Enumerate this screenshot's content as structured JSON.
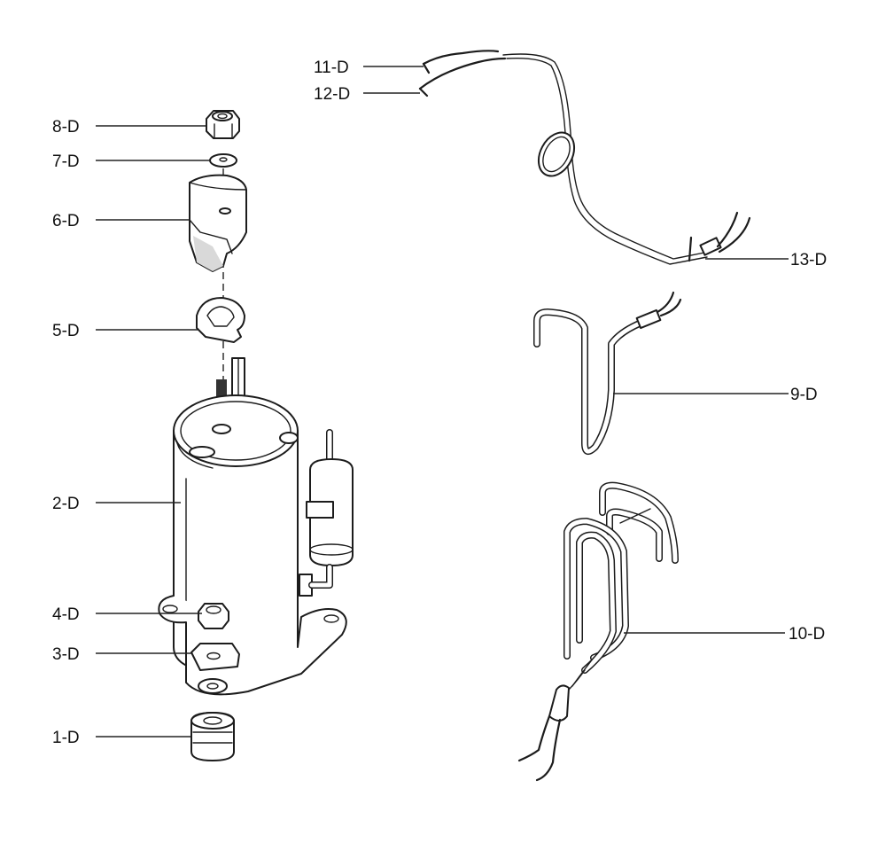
{
  "callouts": [
    {
      "id": "8-D"
    },
    {
      "id": "7-D"
    },
    {
      "id": "6-D"
    },
    {
      "id": "5-D"
    },
    {
      "id": "2-D"
    },
    {
      "id": "4-D"
    },
    {
      "id": "3-D"
    },
    {
      "id": "1-D"
    },
    {
      "id": "11-D"
    },
    {
      "id": "12-D"
    },
    {
      "id": "13-D"
    },
    {
      "id": "9-D"
    },
    {
      "id": "10-D"
    }
  ]
}
